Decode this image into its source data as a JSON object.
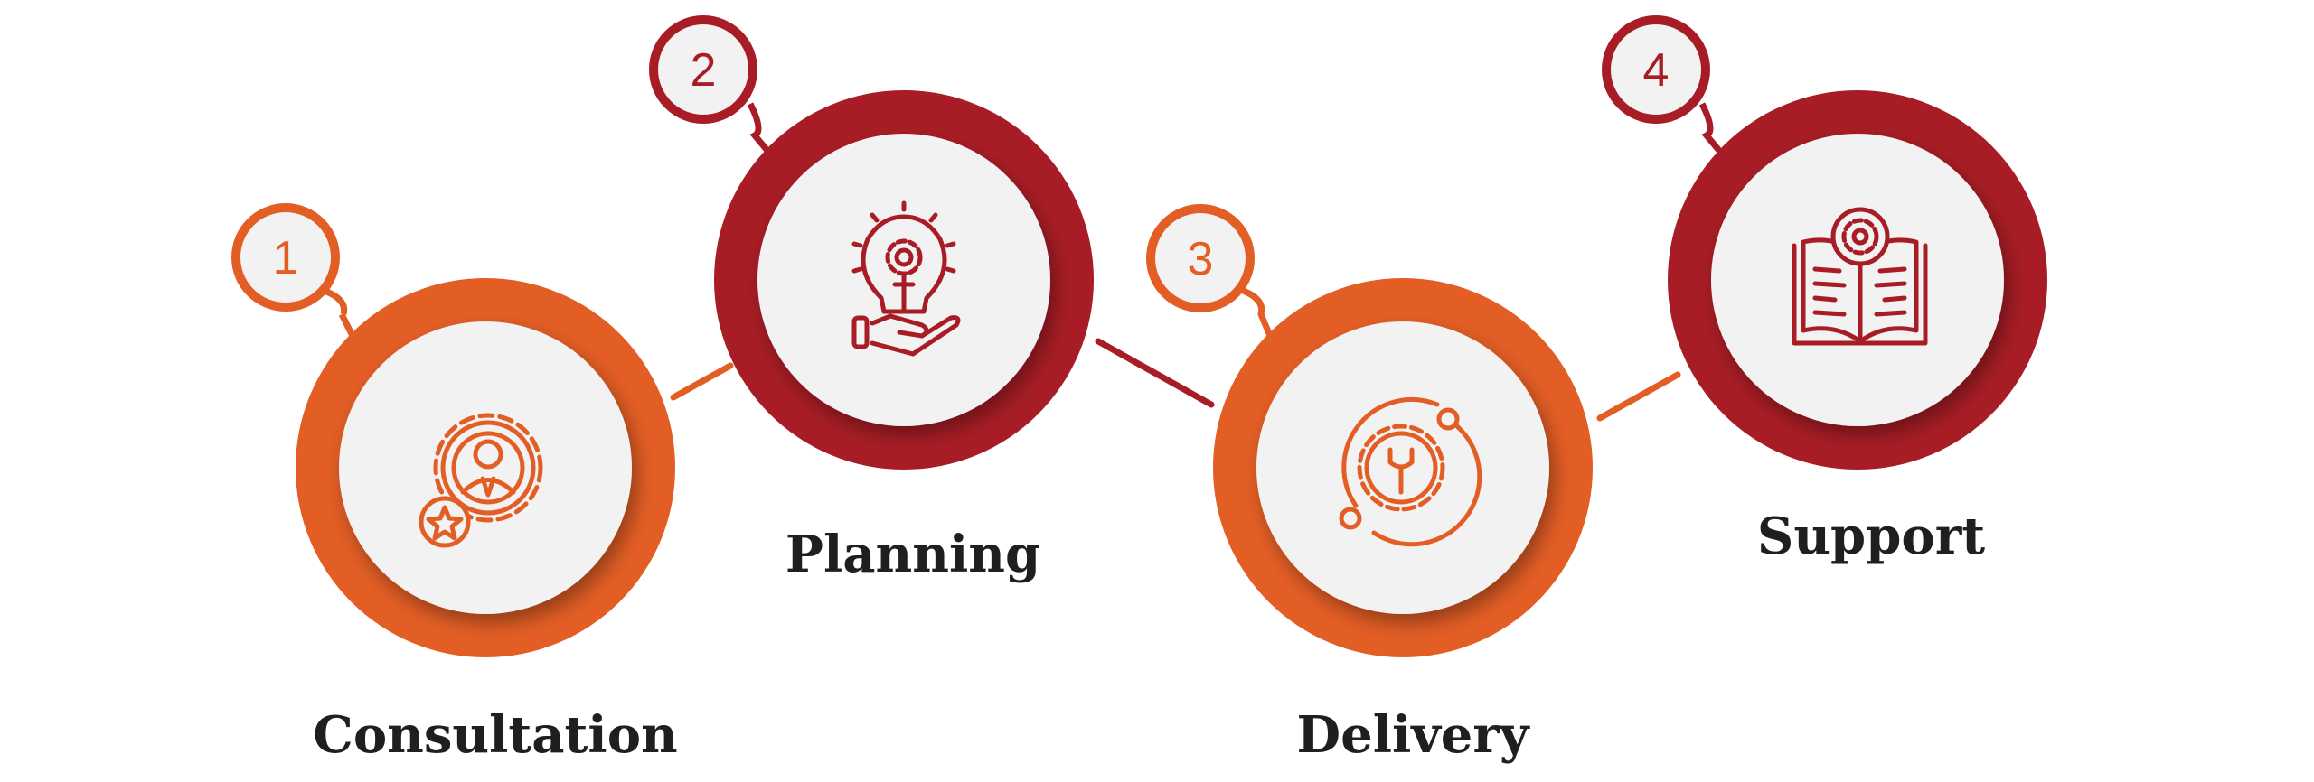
{
  "colors": {
    "orange": "#E35E25",
    "red": "#A81D25",
    "inner": "#F2F2F2"
  },
  "steps": [
    {
      "number": "1",
      "label": "Consultation",
      "color": "orange",
      "icon": "gear-person-star-icon"
    },
    {
      "number": "2",
      "label": "Planning",
      "color": "red",
      "icon": "lightbulb-gear-hand-icon"
    },
    {
      "number": "3",
      "label": "Delivery",
      "color": "orange",
      "icon": "gear-wrench-orbit-icon"
    },
    {
      "number": "4",
      "label": "Support",
      "color": "red",
      "icon": "book-gear-icon"
    }
  ]
}
